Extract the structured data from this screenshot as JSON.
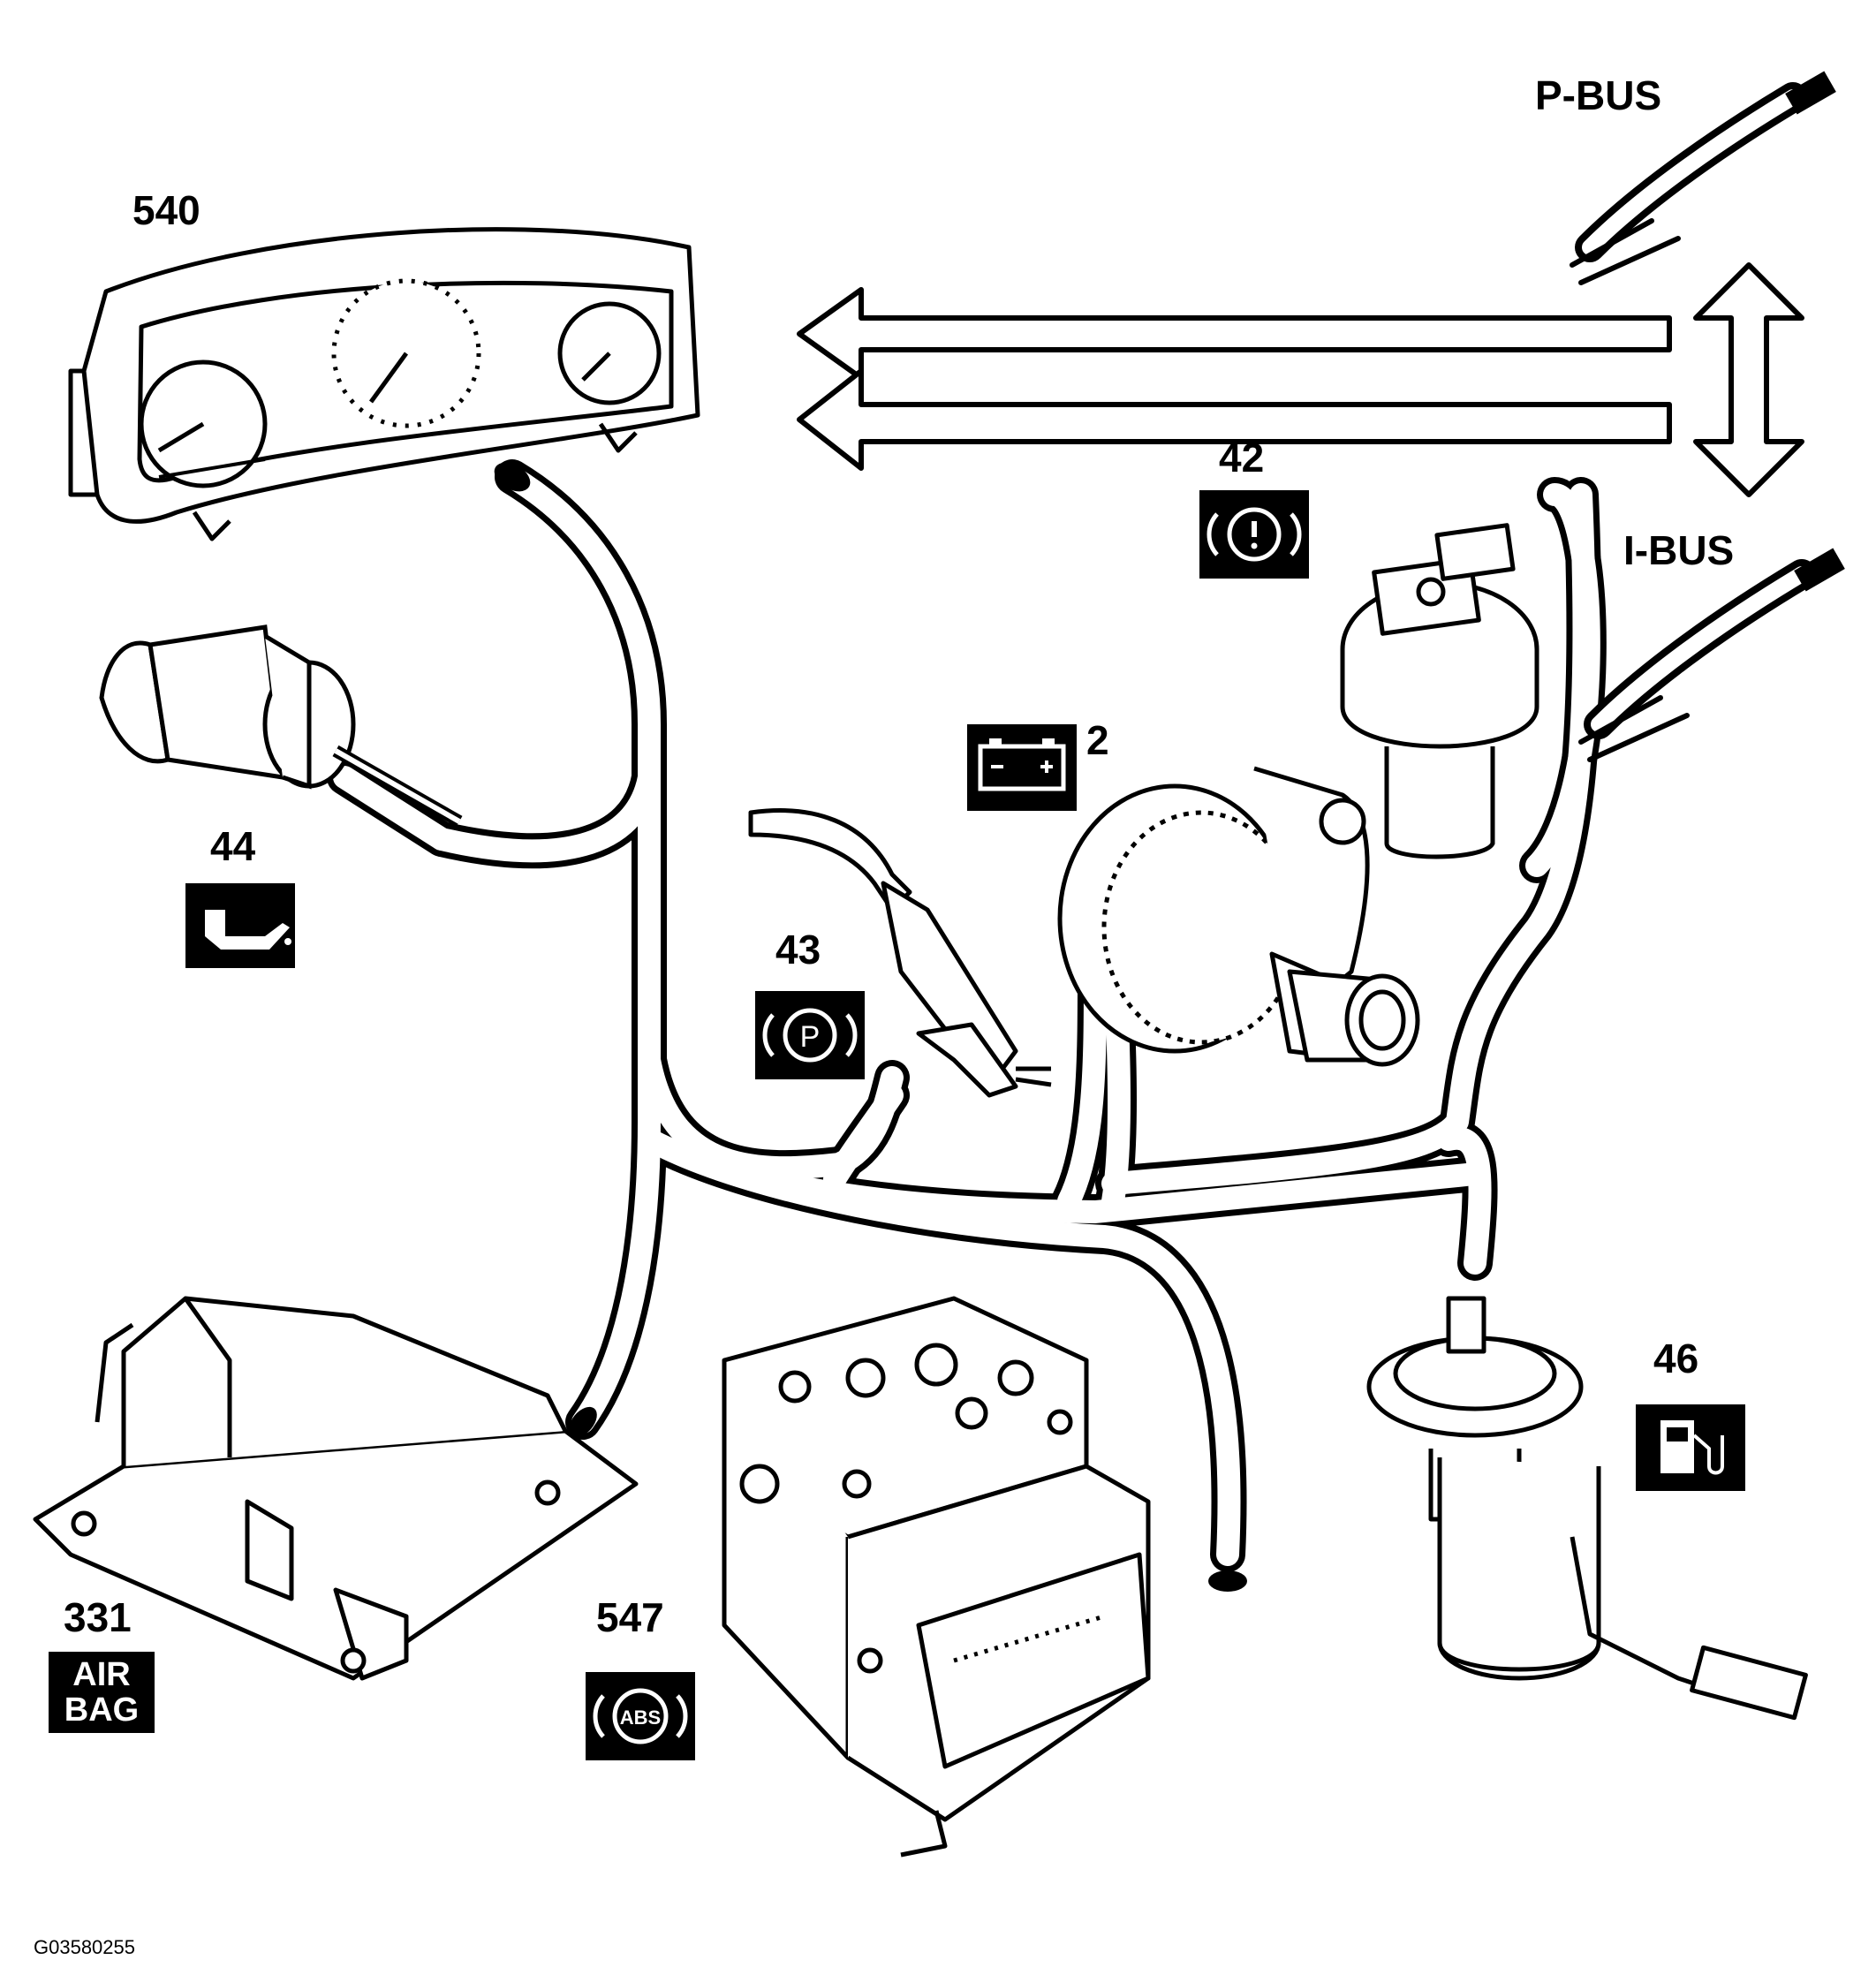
{
  "callouts": {
    "instrument_cluster": "540",
    "oil_pressure_switch": "44",
    "brake_fluid_switch": "42",
    "alternator": "2",
    "parking_brake_switch": "43",
    "fuel_pump": "46",
    "airbag_module": "331",
    "abs_module": "547"
  },
  "buses": {
    "p_bus": "P-BUS",
    "i_bus": "I-BUS"
  },
  "icons": {
    "airbag_line1": "AIR",
    "airbag_line2": "BAG",
    "abs_text": "ABS",
    "park_text": "P",
    "brake_warning_text": "!"
  },
  "figure_id": "G03580255",
  "colors": {
    "ink": "#000000",
    "paper": "#ffffff"
  }
}
